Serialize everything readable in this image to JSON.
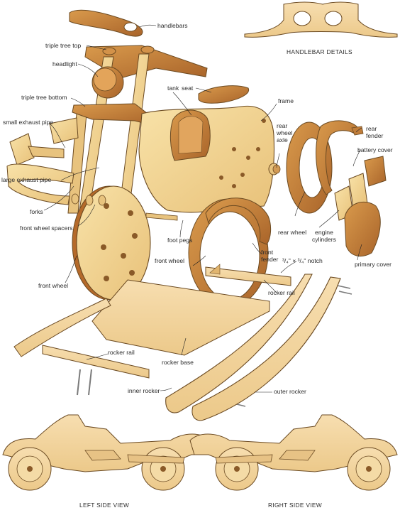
{
  "labels": {
    "handlebars": "handlebars",
    "triple_tree_top": "triple tree top",
    "headlight": "headlight",
    "triple_tree_bottom": "triple tree bottom",
    "small_exhaust_pipe": "small exhaust pipe",
    "large_exhaust_pipe": "large exhaust pipe",
    "forks": "forks",
    "front_wheel_spacers": "front wheel spacers",
    "front_wheel_left": "front wheel",
    "tank": "tank",
    "seat": "seat",
    "frame": "frame",
    "rear_wheel_axle": "rear\nwheel\naxle",
    "rear_fender": "rear\nfender",
    "battery_cover": "battery cover",
    "rear_wheel": "rear wheel",
    "engine_cylinders": "engine\ncylinders",
    "primary_cover": "primary cover",
    "foot_pegs": "foot pegs",
    "front_wheel_center": "front wheel",
    "front_fender": "front\nfender",
    "notch": "³/₄\" × ³/₄\" notch",
    "rocker_rail_right": "rocker rail",
    "rocker_rail_left": "rocker rail",
    "rocker_base": "rocker base",
    "inner_rocker": "inner rocker",
    "outer_rocker": "outer rocker"
  },
  "captions": {
    "handlebar_details": "HANDLEBAR DETAILS",
    "left_side_view": "LEFT SIDE VIEW",
    "right_side_view": "RIGHT SIDE VIEW"
  },
  "colors": {
    "wood_light": "#f3d592",
    "wood_mid": "#e6bd6c",
    "wood_dark": "#c98a3c",
    "wood_stain": "#b8702c",
    "outline": "#6b4a22",
    "leader": "#222222"
  }
}
